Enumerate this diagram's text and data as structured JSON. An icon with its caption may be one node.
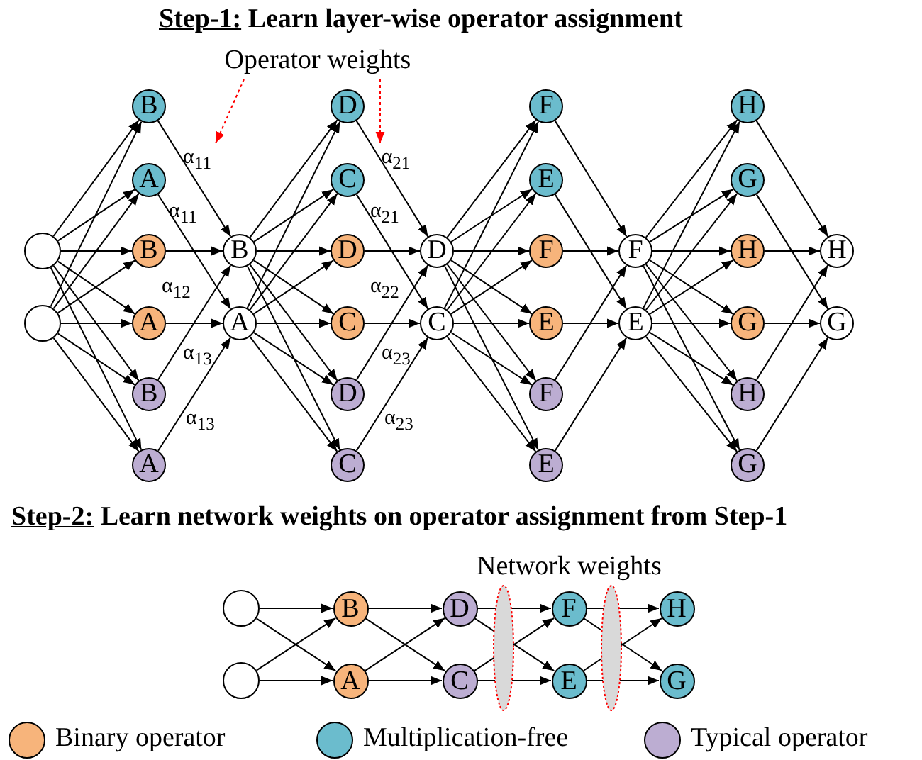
{
  "diagram": {
    "title": "Step-1: Learn layer-wise operator assignment",
    "nodes": [
      {
        "text": [],
        "shape": "circle"
      },
      {
        "text": [],
        "shape": "circle"
      },
      {
        "text": [
          "B"
        ]
      },
      {
        "text": [
          "A"
        ]
      },
      {
        "text": [
          "B"
        ]
      },
      {
        "text": [
          "A"
        ]
      },
      {
        "text": [
          "B"
        ]
      },
      {
        "text": [
          "A"
        ]
      },
      {
        "text": [
          "B"
        ]
      },
      {
        "text": [
          "A"
        ]
      },
      {
        "text": [
          "D"
        ]
      },
      {
        "text": [
          "C"
        ]
      },
      {
        "text": [
          "D"
        ]
      },
      {
        "text": [
          "C"
        ]
      },
      {
        "text": [
          "D"
        ]
      },
      {
        "text": [
          "C"
        ]
      },
      {
        "text": [
          "D"
        ]
      },
      {
        "text": [
          "C"
        ]
      },
      {
        "text": [
          "F"
        ]
      },
      {
        "text": [
          "E"
        ]
      },
      {
        "text": [
          "F"
        ]
      },
      {
        "text": [
          "E"
        ]
      },
      {
        "text": [
          "F"
        ]
      },
      {
        "text": [
          "E"
        ]
      },
      {
        "text": [
          "F"
        ]
      },
      {
        "text": [
          "E"
        ]
      },
      {
        "text": [
          "H"
        ]
      },
      {
        "text": [
          "G"
        ]
      },
      {
        "text": [
          "H"
        ]
      },
      {
        "text": [
          "G"
        ]
      },
      {
        "text": [
          "H"
        ]
      },
      {
        "text": [
          "G"
        ]
      },
      {
        "text": [
          "H"
        ]
      },
      {
        "text": [
          "G"
        ]
      },
      {
        "text": [
          "Operator weights"
        ]
      },
      {
        "text": [],
        "shape": "circle"
      },
      {
        "text": [],
        "shape": "circle"
      },
      {
        "text": [
          "B"
        ]
      },
      {
        "text": [
          "A"
        ]
      },
      {
        "text": [
          "D"
        ]
      },
      {
        "text": [
          "C"
        ]
      },
      {
        "text": [
          "F"
        ]
      },
      {
        "text": [
          "E"
        ]
      },
      {
        "text": [
          "H"
        ]
      },
      {
        "text": [
          "G"
        ]
      },
      {
        "text": [
          "α$_{11}$"
        ]
      },
      {
        "text": [
          "α$_{21}$"
        ]
      }
    ],
    "edges": [
      {
        "from": 0,
        "to": 2,
        "arrow": "to"
      },
      {
        "from": 0,
        "to": 3,
        "arrow": "to"
      },
      {
        "from": 0,
        "to": 4,
        "arrow": "to"
      },
      {
        "from": 0,
        "to": 5,
        "arrow": "to"
      },
      {
        "from": 0,
        "to": 6,
        "arrow": "to"
      },
      {
        "from": 0,
        "to": 7,
        "arrow": "to"
      },
      {
        "from": 1,
        "to": 2,
        "arrow": "to"
      },
      {
        "from": 1,
        "to": 3,
        "arrow": "to"
      },
      {
        "from": 1,
        "to": 4,
        "arrow": "to"
      },
      {
        "from": 1,
        "to": 5,
        "arrow": "to"
      },
      {
        "from": 1,
        "to": 6,
        "arrow": "to"
      },
      {
        "from": 1,
        "to": 7,
        "arrow": "to"
      },
      {
        "from": 2,
        "to": 8,
        "arrow": "to"
      },
      {
        "from": 3,
        "to": 9,
        "arrow": "to"
      },
      {
        "from": 4,
        "to": 8,
        "arrow": "to"
      },
      {
        "from": 5,
        "to": 9,
        "arrow": "to"
      },
      {
        "from": 6,
        "to": 8,
        "arrow": "to"
      },
      {
        "from": 7,
        "to": 9,
        "arrow": "to"
      },
      {
        "from": 8,
        "to": 10,
        "arrow": "to"
      },
      {
        "from": 8,
        "to": 11,
        "arrow": "to"
      },
      {
        "from": 8,
        "to": 12,
        "arrow": "to"
      },
      {
        "from": 8,
        "to": 13,
        "arrow": "to"
      },
      {
        "from": 8,
        "to": 14,
        "arrow": "to"
      },
      {
        "from": 8,
        "to": 15,
        "arrow": "to"
      },
      {
        "from": 9,
        "to": 10,
        "arrow": "to"
      },
      {
        "from": 9,
        "to": 11,
        "arrow": "to"
      },
      {
        "from": 9,
        "to": 12,
        "arrow": "to"
      },
      {
        "from": 9,
        "to": 13,
        "arrow": "to"
      },
      {
        "from": 9,
        "to": 14,
        "arrow": "to"
      },
      {
        "from": 9,
        "to": 15,
        "arrow": "to"
      },
      {
        "from": 10,
        "to": 16,
        "arrow": "to"
      },
      {
        "from": 11,
        "to": 17,
        "arrow": "to"
      },
      {
        "from": 12,
        "to": 16,
        "arrow": "to"
      },
      {
        "from": 13,
        "to": 17,
        "arrow": "to"
      },
      {
        "from": 14,
        "to": 16,
        "arrow": "to"
      },
      {
        "from": 15,
        "to": 17,
        "arrow": "to"
      },
      {
        "from": 16,
        "to": 18,
        "arrow": "to"
      },
      {
        "from": 16,
        "to": 19,
        "arrow": "to"
      },
      {
        "from": 16,
        "to": 20,
        "arrow": "to"
      },
      {
        "from": 16,
        "to": 21,
        "arrow": "to"
      },
      {
        "from": 16,
        "to": 22,
        "arrow": "to"
      },
      {
        "from": 16,
        "to": 23,
        "arrow": "to"
      },
      {
        "from": 17,
        "to": 18,
        "arrow": "to"
      },
      {
        "from": 17,
        "to": 19,
        "arrow": "to"
      },
      {
        "from": 17,
        "to": 20,
        "arrow": "to"
      },
      {
        "from": 17,
        "to": 21,
        "arrow": "to"
      },
      {
        "from": 17,
        "to": 22,
        "arrow": "to"
      },
      {
        "from": 17,
        "to": 23,
        "arrow": "to"
      },
      {
        "from": 18,
        "to": 24,
        "arrow": "to"
      },
      {
        "from": 19,
        "to": 25,
        "arrow": "to"
      },
      {
        "from": 20,
        "to": 24,
        "arrow": "to"
      },
      {
        "from": 21,
        "to": 25,
        "arrow": "to"
      },
      {
        "from": 22,
        "to": 24,
        "arrow": "to"
      },
      {
        "from": 23,
        "to": 25,
        "arrow": "to"
      },
      {
        "from": 24,
        "to": 26,
        "arrow": "to"
      },
      {
        "from": 24,
        "to": 27,
        "arrow": "to"
      },
      {
        "from": 24,
        "to": 28,
        "arrow": "to"
      },
      {
        "from": 24,
        "to": 29,
        "arrow": "to"
      },
      {
        "from": 24,
        "to": 30,
        "arrow": "to"
      },
      {
        "from": 24,
        "to": 31,
        "arrow": "to"
      },
      {
        "from": 25,
        "to": 26,
        "arrow": "to"
      },
      {
        "from": 25,
        "to": 27,
        "arrow": "to"
      },
      {
        "from": 25,
        "to": 28,
        "arrow": "to"
      },
      {
        "from": 25,
        "to": 29,
        "arrow": "to"
      },
      {
        "from": 25,
        "to": 30,
        "arrow": "to"
      },
      {
        "from": 25,
        "to": 31,
        "arrow": "to"
      },
      {
        "from": 26,
        "to": 32,
        "arrow": "to"
      },
      {
        "from": 27,
        "to": 33,
        "arrow": "to"
      },
      {
        "from": 28,
        "to": 32,
        "arrow": "to"
      },
      {
        "from": 29,
        "to": 33,
        "arrow": "to"
      },
      {
        "from": 30,
        "to": 32,
        "arrow": "to"
      },
      {
        "from": 31,
        "to": 33,
        "arrow": "to"
      },
      {
        "from": 35,
        "to": 37,
        "arrow": "to"
      },
      {
        "from": 35,
        "to": 38,
        "arrow": "to"
      },
      {
        "from": 36,
        "to": 37,
        "arrow": "to"
      },
      {
        "from": 36,
        "to": 38,
        "arrow": "to"
      },
      {
        "from": 37,
        "to": 39,
        "arrow": "to"
      },
      {
        "from": 37,
        "to": 40,
        "arrow": "to"
      },
      {
        "from": 38,
        "to": 39,
        "arrow": "to"
      },
      {
        "from": 38,
        "to": 40,
        "arrow": "to"
      },
      {
        "from": 39,
        "to": 41,
        "arrow": "to"
      },
      {
        "from": 39,
        "to": 42,
        "arrow": "to"
      },
      {
        "from": 40,
        "to": 41,
        "arrow": "to"
      },
      {
        "from": 40,
        "to": 42,
        "arrow": "to"
      },
      {
        "from": 41,
        "to": 43,
        "arrow": "to"
      },
      {
        "from": 41,
        "to": 44,
        "arrow": "to"
      },
      {
        "from": 42,
        "to": 43,
        "arrow": "to"
      },
      {
        "from": 42,
        "to": 44,
        "arrow": "to"
      },
      {
        "from": 34,
        "to": 45,
        "arrow": "to",
        "style": "dashed",
        "color": "#ff0000"
      },
      {
        "from": 34,
        "to": 46,
        "arrow": "to",
        "style": "dashed",
        "color": "#ff0000"
      }
    ],
    "labels": [
      "α$_{11}$",
      "α$_{21}$",
      "α$_{12}$",
      "α$_{22}$",
      "α$_{13}$",
      "α$_{23}$",
      "α$_{13}$",
      "α$_{23}$",
      "Step-2: Learn network weights on operator assignment from Step-1",
      "Network weights"
    ],
    "legend": [
      {
        "text": "Binary operator",
        "color": "#f7b47b"
      },
      {
        "text": "Multiplication-free",
        "color": "#6bbccd"
      },
      {
        "text": "Typical operator",
        "color": "#bcadd2"
      }
    ]
  }
}
